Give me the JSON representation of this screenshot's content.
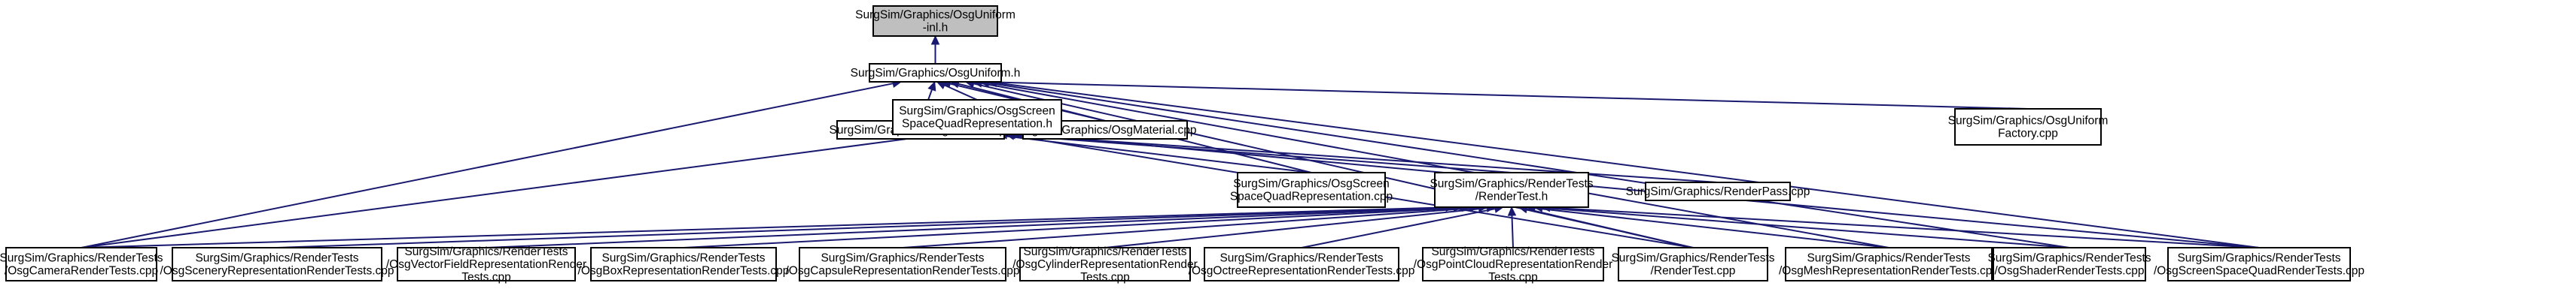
{
  "graph": {
    "edge_color": "#191970",
    "root_fill": "#bfbfbf",
    "nodes": [
      {
        "id": "n0",
        "root": true,
        "lines": [
          "SurgSim/Graphics/OsgUniform",
          "-inl.h"
        ]
      },
      {
        "id": "n1",
        "lines": [
          "SurgSim/Graphics/OsgUniform.h"
        ]
      },
      {
        "id": "n2",
        "lines": [
          "SurgSim/Graphics/OsgCamera.cpp"
        ]
      },
      {
        "id": "n3",
        "lines": [
          "SurgSim/Graphics/OsgMaterial.cpp"
        ]
      },
      {
        "id": "n4",
        "lines": [
          "SurgSim/Graphics/OsgScreen",
          "SpaceQuadRepresentation.h"
        ]
      },
      {
        "id": "n5",
        "lines": [
          "SurgSim/Graphics/OsgUniform",
          "Factory.cpp"
        ]
      },
      {
        "id": "n6",
        "lines": [
          "SurgSim/Graphics/OsgScreen",
          "SpaceQuadRepresentation.cpp"
        ]
      },
      {
        "id": "n7",
        "lines": [
          "SurgSim/Graphics/RenderTests",
          "/RenderTest.h"
        ]
      },
      {
        "id": "n8",
        "lines": [
          "SurgSim/Graphics/RenderPass.cpp"
        ]
      },
      {
        "id": "n9",
        "lines": [
          "SurgSim/Graphics/RenderTests",
          "/OsgCameraRenderTests.cpp"
        ]
      },
      {
        "id": "n10",
        "lines": [
          "SurgSim/Graphics/RenderTests",
          "/OsgSceneryRepresentationRenderTests.cpp"
        ]
      },
      {
        "id": "n11",
        "lines": [
          "SurgSim/Graphics/RenderTests",
          "/OsgVectorFieldRepresentationRender",
          "Tests.cpp"
        ]
      },
      {
        "id": "n12",
        "lines": [
          "SurgSim/Graphics/RenderTests",
          "/OsgBoxRepresentationRenderTests.cpp"
        ]
      },
      {
        "id": "n13",
        "lines": [
          "SurgSim/Graphics/RenderTests",
          "/OsgCapsuleRepresentationRenderTests.cpp"
        ]
      },
      {
        "id": "n14",
        "lines": [
          "SurgSim/Graphics/RenderTests",
          "/OsgCylinderRepresentationRender",
          "Tests.cpp"
        ]
      },
      {
        "id": "n15",
        "lines": [
          "SurgSim/Graphics/RenderTests",
          "/OsgOctreeRepresentationRenderTests.cpp"
        ]
      },
      {
        "id": "n16",
        "lines": [
          "SurgSim/Graphics/RenderTests",
          "/OsgPointCloudRepresentationRender",
          "Tests.cpp"
        ]
      },
      {
        "id": "n17",
        "lines": [
          "SurgSim/Graphics/RenderTests",
          "/RenderTest.cpp"
        ]
      },
      {
        "id": "n18",
        "lines": [
          "SurgSim/Graphics/RenderTests",
          "/OsgMeshRepresentationRenderTests.cpp"
        ]
      },
      {
        "id": "n19",
        "lines": [
          "SurgSim/Graphics/RenderTests",
          "/OsgShaderRenderTests.cpp"
        ]
      },
      {
        "id": "n20",
        "lines": [
          "SurgSim/Graphics/RenderTests",
          "/OsgScreenSpaceQuadRenderTests.cpp"
        ]
      }
    ],
    "edges": [
      {
        "from": "n1",
        "to": "n0"
      },
      {
        "from": "n2",
        "to": "n1"
      },
      {
        "from": "n3",
        "to": "n1"
      },
      {
        "from": "n4",
        "to": "n1"
      },
      {
        "from": "n5",
        "to": "n1"
      },
      {
        "from": "n6",
        "to": "n1"
      },
      {
        "from": "n9",
        "to": "n1"
      },
      {
        "from": "n17",
        "to": "n1"
      },
      {
        "from": "n18",
        "to": "n1"
      },
      {
        "from": "n19",
        "to": "n1"
      },
      {
        "from": "n20",
        "to": "n1"
      },
      {
        "from": "n6",
        "to": "n4"
      },
      {
        "from": "n7",
        "to": "n4"
      },
      {
        "from": "n8",
        "to": "n4"
      },
      {
        "from": "n9",
        "to": "n4"
      },
      {
        "from": "n17",
        "to": "n4"
      },
      {
        "from": "n20",
        "to": "n4"
      },
      {
        "from": "n9",
        "to": "n7"
      },
      {
        "from": "n10",
        "to": "n7"
      },
      {
        "from": "n11",
        "to": "n7"
      },
      {
        "from": "n12",
        "to": "n7"
      },
      {
        "from": "n13",
        "to": "n7"
      },
      {
        "from": "n14",
        "to": "n7"
      },
      {
        "from": "n15",
        "to": "n7"
      },
      {
        "from": "n16",
        "to": "n7"
      },
      {
        "from": "n17",
        "to": "n7"
      },
      {
        "from": "n18",
        "to": "n7"
      },
      {
        "from": "n19",
        "to": "n7"
      },
      {
        "from": "n20",
        "to": "n7"
      }
    ]
  }
}
